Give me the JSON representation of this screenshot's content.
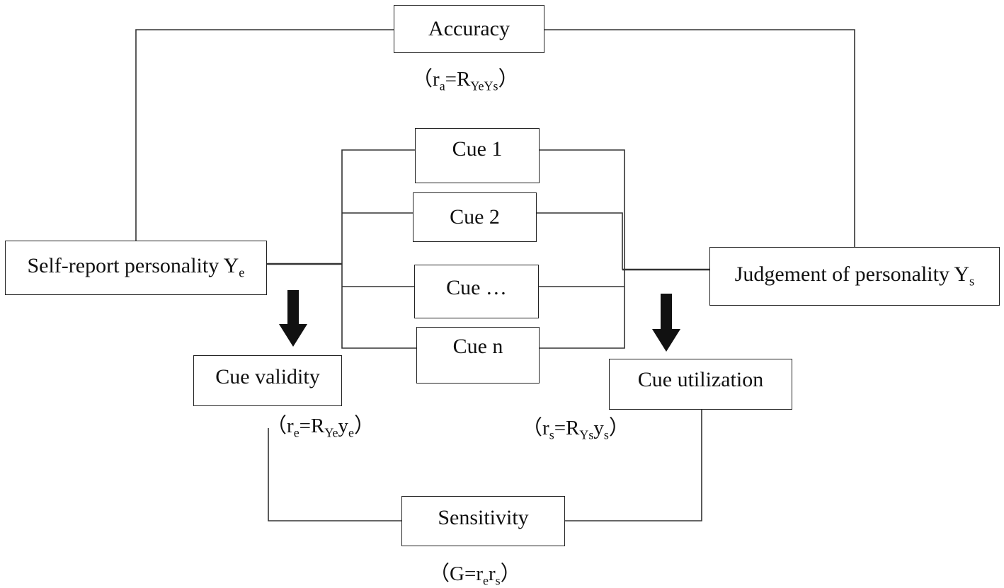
{
  "accuracy": {
    "label": "Accuracy",
    "formula": {
      "open": "（",
      "r": "r",
      "r_sub": "a",
      "eq": "=R",
      "R_sub": "YeYs",
      "close": "）"
    }
  },
  "self_report": {
    "label": "Self-report personality Y",
    "sub": "e"
  },
  "judgement": {
    "label": "Judgement of personality Y",
    "sub": "s"
  },
  "cues": [
    {
      "label": "Cue 1"
    },
    {
      "label": "Cue 2"
    },
    {
      "label": "Cue …"
    },
    {
      "label": "Cue n"
    }
  ],
  "cue_validity": {
    "label": "Cue validity",
    "formula": {
      "open": "（",
      "r": "r",
      "r_sub": "e",
      "eq": "=R",
      "R_sub": "Ye",
      "y": "y",
      "y_sub": "e",
      "close": "）"
    }
  },
  "cue_utilization": {
    "label": "Cue utilization",
    "formula": {
      "open": "（",
      "r": "r",
      "r_sub": "s",
      "eq": "=R",
      "R_sub": "Ys",
      "y": "y",
      "y_sub": "s",
      "close": "）"
    }
  },
  "sensitivity": {
    "label": "Sensitivity",
    "formula": {
      "open": "（",
      "lhs": "G=r",
      "a_sub": "e",
      "r": "r",
      "b_sub": "s",
      "close": "）"
    }
  }
}
